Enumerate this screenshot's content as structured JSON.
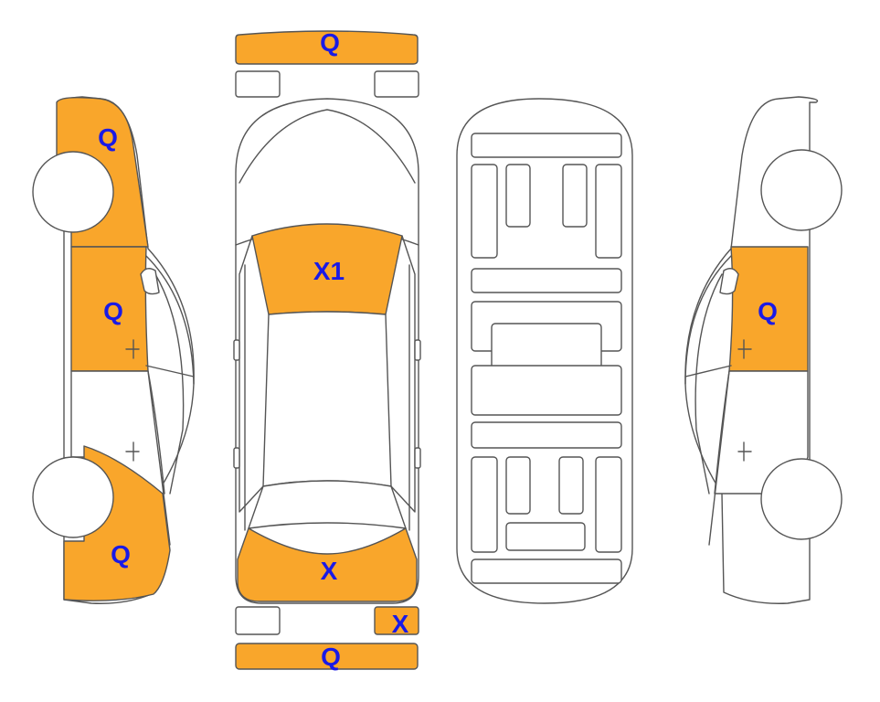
{
  "colors": {
    "damage_fill": "#F9A62B",
    "outline": "#555555",
    "code_text": "#1A1AE6",
    "background": "#FFFFFF"
  },
  "markers": {
    "front_bumper": "Q",
    "left_front_fender": "Q",
    "left_front_door": "Q",
    "left_rear_quarter": "Q",
    "windshield": "X1",
    "rear_panel": "X",
    "rear_right_lamp": "X",
    "rear_bumper": "Q",
    "right_front_door": "Q"
  }
}
